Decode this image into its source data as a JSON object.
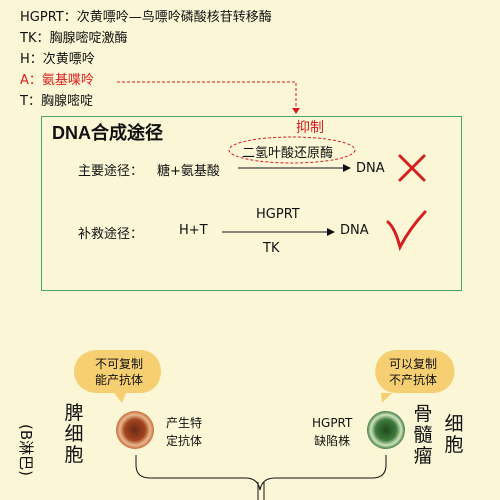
{
  "legend": {
    "hgprt": "HGPRT：次黄嘌呤—鸟嘌呤磷酸核苷转移酶",
    "tk": "TK：胸腺嘧啶激酶",
    "h": "H：次黄嘌呤",
    "a": "A：氨基喋呤",
    "t": "T：胸腺嘧啶"
  },
  "box": {
    "title": "DNA合成途径",
    "inhibit_label": "抑制",
    "enzyme_label": "二氢叶酸还原酶",
    "main_route_label": "主要途径：",
    "main_route_input": "糖+氨基酸",
    "main_route_output": "DNA",
    "salvage_route_label": "补救途径：",
    "salvage_route_input": "H+T",
    "salvage_enzyme_top": "HGPRT",
    "salvage_enzyme_bottom": "TK",
    "salvage_route_output": "DNA"
  },
  "cells": {
    "left_bubble": [
      "不可复制",
      "能产抗体"
    ],
    "right_bubble": [
      "可以复制",
      "不产抗体"
    ],
    "left_cell_chars": [
      "脾",
      "细",
      "胞"
    ],
    "left_cell_sub": "(B淋巴)",
    "left_cell_desc": [
      "产生特",
      "定抗体"
    ],
    "right_cell_desc": [
      "HGPRT",
      "缺陷株"
    ],
    "right_cell_chars": [
      "骨",
      "髓",
      "瘤"
    ],
    "right_cell_chars2": [
      "细",
      "胞"
    ]
  },
  "colors": {
    "background": "#fbf7d6",
    "box_border": "#4aa56a",
    "accent_red": "#d61f1f",
    "bubble_fill": "#f6cf72",
    "left_cell_ring": "#c96b3a",
    "right_cell_ring": "#3f7a3b"
  }
}
